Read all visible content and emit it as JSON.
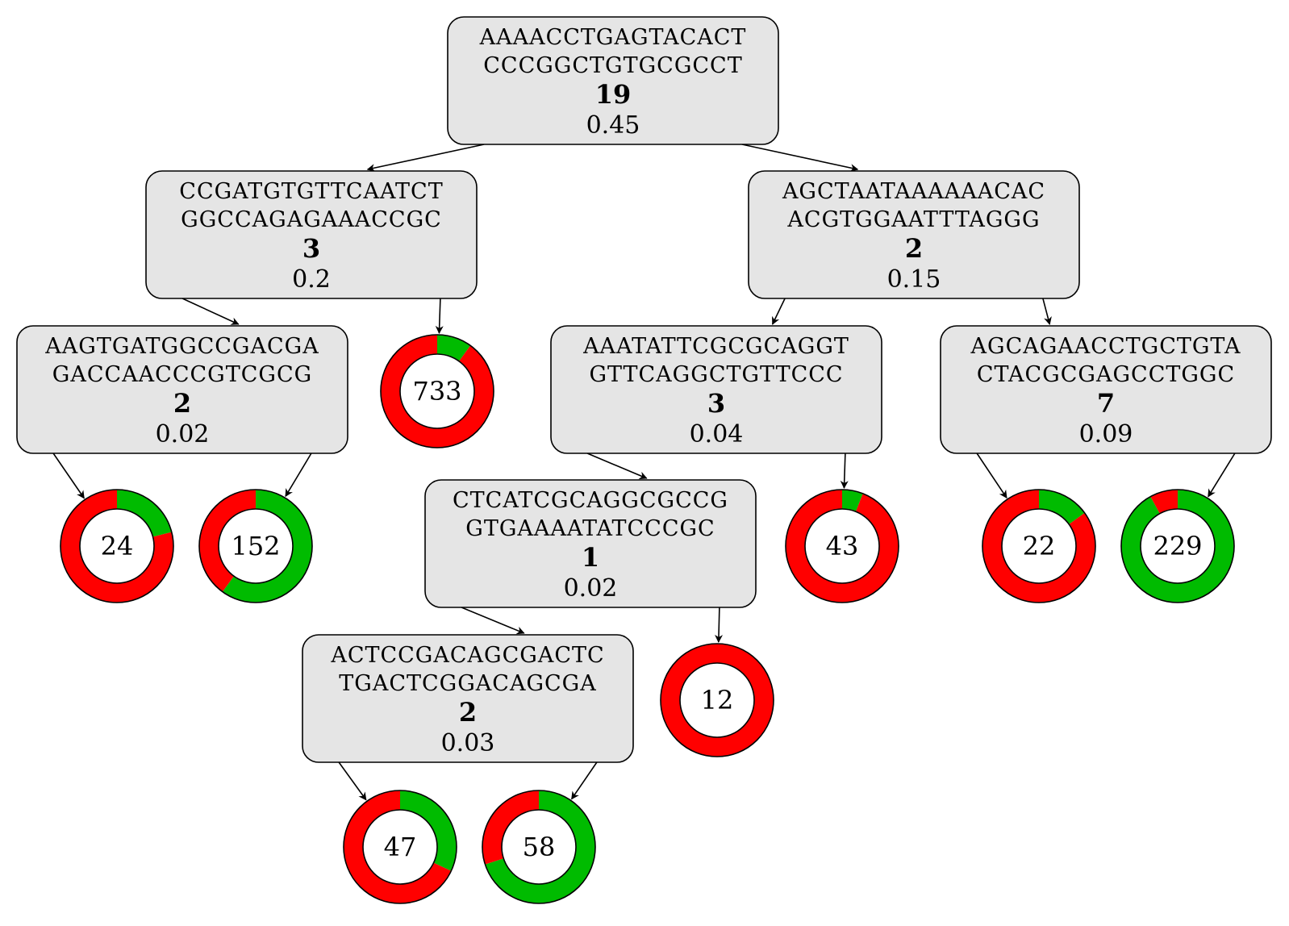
{
  "colors": {
    "positive": "#00bb00",
    "negative": "#ff0000",
    "node_fill": "#e5e5e5"
  },
  "nodes": [
    {
      "id": "n0",
      "seq1": "AAAACCTGAGTACACT",
      "seq2": "CCCGGCTGTGCGCCT",
      "depth": "19",
      "score": "0.45"
    },
    {
      "id": "n1",
      "seq1": "CCGATGTGTTCAATCT",
      "seq2": "GGCCAGAGAAACCGC",
      "depth": "3",
      "score": "0.2"
    },
    {
      "id": "n2",
      "seq1": "AGCTAATAAAAAACAC",
      "seq2": "ACGTGGAATTTAGGG",
      "depth": "2",
      "score": "0.15"
    },
    {
      "id": "n3",
      "seq1": "AAGTGATGGCCGACGA",
      "seq2": "GACCAACCCGTCGCG",
      "depth": "2",
      "score": "0.02"
    },
    {
      "id": "n4",
      "seq1": "AAATATTCGCGCAGGT",
      "seq2": "GTTCAGGCTGTTCCC",
      "depth": "3",
      "score": "0.04"
    },
    {
      "id": "n5",
      "seq1": "AGCAGAACCTGCTGTA",
      "seq2": "CTACGCGAGCCTGGC",
      "depth": "7",
      "score": "0.09"
    },
    {
      "id": "n6",
      "seq1": "CTCATCGCAGGCGCCG",
      "seq2": "GTGAAAATATCCCGC",
      "depth": "1",
      "score": "0.02"
    },
    {
      "id": "n7",
      "seq1": "ACTCCGACAGCGACTC",
      "seq2": "TGACTCGGACAGCGA",
      "depth": "2",
      "score": "0.03"
    }
  ],
  "leaves": [
    {
      "id": "l733",
      "count": "733",
      "positive_fraction": 0.1
    },
    {
      "id": "l24",
      "count": "24",
      "positive_fraction": 0.21
    },
    {
      "id": "l152",
      "count": "152",
      "positive_fraction": 0.6
    },
    {
      "id": "l43",
      "count": "43",
      "positive_fraction": 0.06
    },
    {
      "id": "l22",
      "count": "22",
      "positive_fraction": 0.15
    },
    {
      "id": "l229",
      "count": "229",
      "positive_fraction": 0.92
    },
    {
      "id": "l12",
      "count": "12",
      "positive_fraction": 0.0
    },
    {
      "id": "l47",
      "count": "47",
      "positive_fraction": 0.32
    },
    {
      "id": "l58",
      "count": "58",
      "positive_fraction": 0.7
    }
  ],
  "edges": [
    [
      "n0",
      "n1"
    ],
    [
      "n0",
      "n2"
    ],
    [
      "n1",
      "n3"
    ],
    [
      "n1",
      "l733"
    ],
    [
      "n2",
      "n4"
    ],
    [
      "n2",
      "n5"
    ],
    [
      "n3",
      "l24"
    ],
    [
      "n3",
      "l152"
    ],
    [
      "n4",
      "n6"
    ],
    [
      "n4",
      "l43"
    ],
    [
      "n5",
      "l22"
    ],
    [
      "n5",
      "l229"
    ],
    [
      "n6",
      "n7"
    ],
    [
      "n6",
      "l12"
    ],
    [
      "n7",
      "l47"
    ],
    [
      "n7",
      "l58"
    ]
  ]
}
